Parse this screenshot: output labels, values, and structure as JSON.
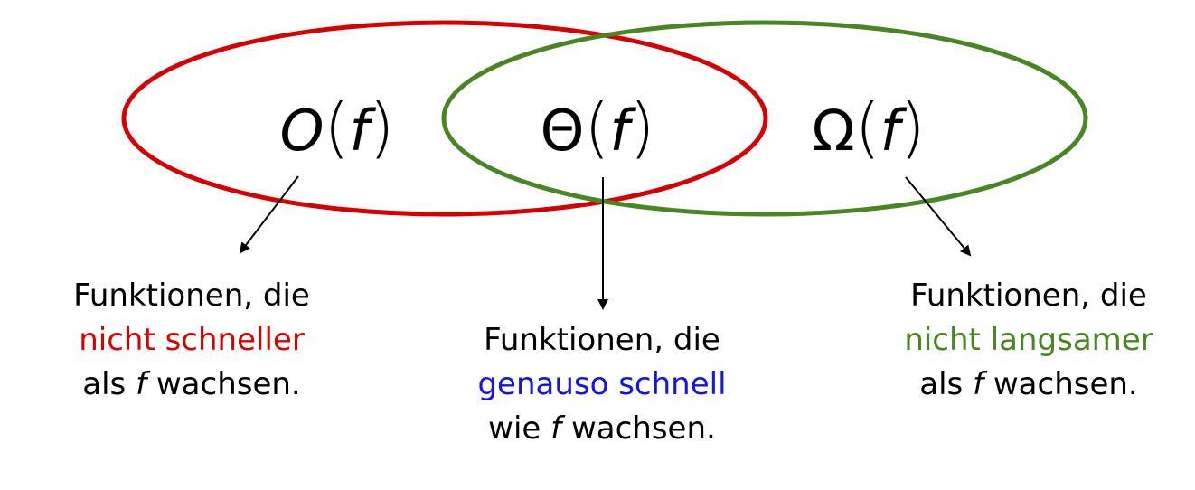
{
  "colors": {
    "red": "#d40000",
    "green": "#4a8524",
    "blue": "#1414e6",
    "black": "#000000"
  },
  "sets": [
    {
      "symbol": "O",
      "arg": "f",
      "symbol_italic": true
    },
    {
      "symbol": "Θ",
      "arg": "f",
      "symbol_italic": false
    },
    {
      "symbol": "Ω",
      "arg": "f",
      "symbol_italic": false
    }
  ],
  "descriptions": [
    {
      "line1": "Funktionen, die",
      "line2": "nicht schneller",
      "line3_pre": "als",
      "line3_var": "f",
      "line3_post": "wachsen."
    },
    {
      "line1": "Funktionen, die",
      "line2": "genauso schnell",
      "line3_pre": "wie",
      "line3_var": "f",
      "line3_post": "wachsen."
    },
    {
      "line1": "Funktionen, die",
      "line2": "nicht langsamer",
      "line3_pre": "als",
      "line3_var": "f",
      "line3_post": "wachsen."
    }
  ]
}
